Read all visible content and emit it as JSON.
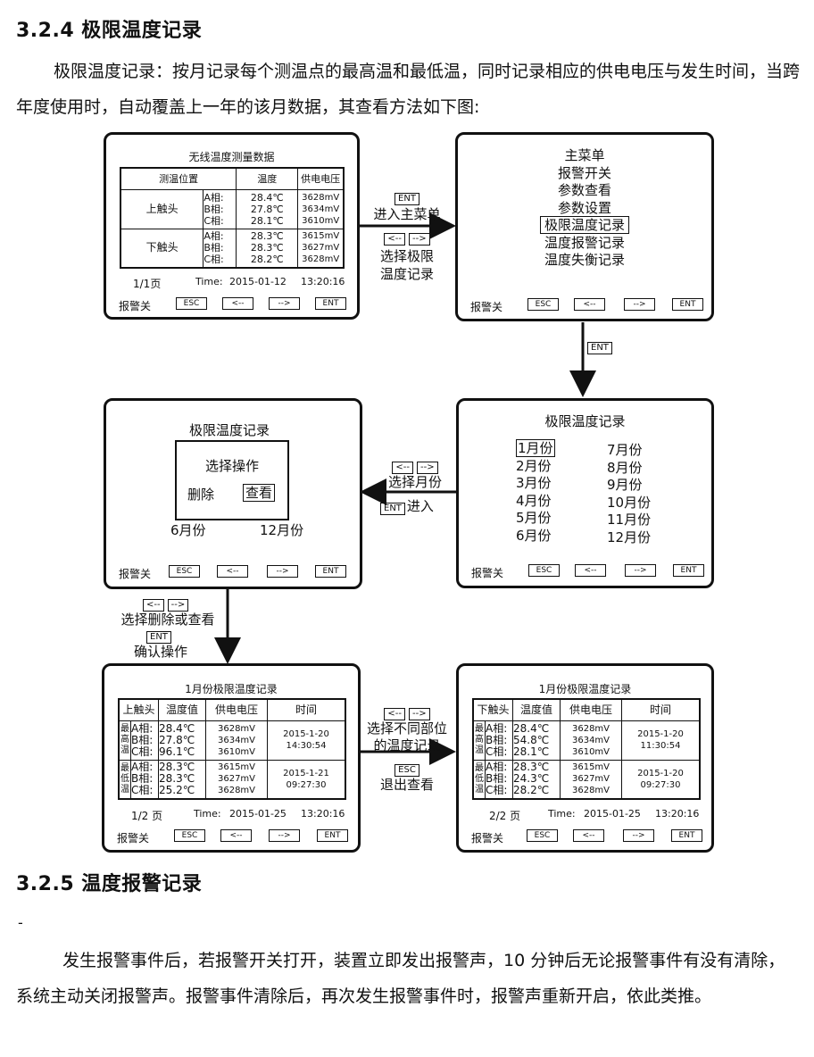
{
  "sections": {
    "s324_title": "3.2.4  极限温度记录",
    "s324_text": "极限温度记录：按月记录每个测温点的最高温和最低温，同时记录相应的供电电压与发生时间，当跨年度使用时，自动覆盖上一年的该月数据，其查看方法如下图:",
    "s325_title": "3.2.5  温度报警记录",
    "dash": "-",
    "s325_text": "发生报警事件后，若报警开关打开，装置立即发出报警声，10 分钟后无论报警事件有没有清除，系统主动关闭报警声。报警事件清除后，再次发生报警事件时，报警声重新开启，依此类推。"
  },
  "common": {
    "alarm_label": "报警关",
    "btn_esc": "ESC",
    "btn_left": "<--",
    "btn_right": "-->",
    "btn_ent": "ENT"
  },
  "screen1": {
    "title": "无线温度测量数据",
    "headers": [
      "测温位置",
      "温度",
      "供电电压"
    ],
    "groups": [
      {
        "name": "上触头",
        "phases": [
          "A相:",
          "B相:",
          "C相:"
        ],
        "temps": [
          "28.4℃",
          "27.8℃",
          "28.1℃"
        ],
        "volts": [
          "3628mV",
          "3634mV",
          "3610mV"
        ]
      },
      {
        "name": "下触头",
        "phases": [
          "A相:",
          "B相:",
          "C相:"
        ],
        "temps": [
          "28.3℃",
          "28.3℃",
          "28.2℃"
        ],
        "volts": [
          "3615mV",
          "3627mV",
          "3628mV"
        ]
      }
    ],
    "page": "1/1页",
    "time_label": "Time:",
    "date": "2015-01-12",
    "clock": "13:20:16"
  },
  "screen2": {
    "items": [
      "主菜单",
      "报警开关",
      "参数查看",
      "参数设置",
      "极限温度记录",
      "温度报警记录",
      "温度失衡记录"
    ],
    "selected_index": 4
  },
  "screen3": {
    "title": "极限温度记录",
    "col1": [
      "1月份",
      "2月份",
      "3月份",
      "4月份",
      "5月份",
      "6月份"
    ],
    "col2": [
      "7月份",
      "8月份",
      "9月份",
      "10月份",
      "11月份",
      "12月份"
    ]
  },
  "screen4": {
    "title": "极限温度记录",
    "dialog_title": "选择操作",
    "opt_delete": "删除",
    "opt_view": "查看",
    "m_left": "6月份",
    "m_right": "12月份"
  },
  "screen5": {
    "title": "1月份极限温度记录",
    "headers": [
      "上触头",
      "温度值",
      "供电电压",
      "时间"
    ],
    "groups": [
      {
        "label": [
          "最",
          "高",
          "温"
        ],
        "phases": [
          "A相:",
          "B相:",
          "C相:"
        ],
        "temps": [
          "28.4℃",
          "27.8℃",
          "96.1℃"
        ],
        "volts": [
          "3628mV",
          "3634mV",
          "3610mV"
        ],
        "time": [
          "2015-1-20",
          "14:30:54"
        ]
      },
      {
        "label": [
          "最",
          "低",
          "温"
        ],
        "phases": [
          "A相:",
          "B相:",
          "C相:"
        ],
        "temps": [
          "28.3℃",
          "28.3℃",
          "25.2℃"
        ],
        "volts": [
          "3615mV",
          "3627mV",
          "3628mV"
        ],
        "time": [
          "2015-1-21",
          "09:27:30"
        ]
      }
    ],
    "page": "1/2 页",
    "time_label": "Time:",
    "date": "2015-01-25",
    "clock": "13:20:16"
  },
  "screen6": {
    "title": "1月份极限温度记录",
    "headers": [
      "下触头",
      "温度值",
      "供电电压",
      "时间"
    ],
    "groups": [
      {
        "label": [
          "最",
          "高",
          "温"
        ],
        "phases": [
          "A相:",
          "B相:",
          "C相:"
        ],
        "temps": [
          "28.4℃",
          "54.8℃",
          "28.1℃"
        ],
        "volts": [
          "3628mV",
          "3634mV",
          "3610mV"
        ],
        "time": [
          "2015-1-20",
          "11:30:54"
        ]
      },
      {
        "label": [
          "最",
          "低",
          "温"
        ],
        "phases": [
          "A相:",
          "B相:",
          "C相:"
        ],
        "temps": [
          "28.3℃",
          "24.3℃",
          "28.2℃"
        ],
        "volts": [
          "3615mV",
          "3627mV",
          "3628mV"
        ],
        "time": [
          "2015-1-20",
          "09:27:30"
        ]
      }
    ],
    "page": "2/2 页",
    "time_label": "Time:",
    "date": "2015-01-25",
    "clock": "13:20:16"
  },
  "annotations": {
    "a1_ent": "ENT",
    "a1_text": "进入主菜单",
    "a1_left": "<--",
    "a1_right": "-->",
    "a1_text2a": "选择极限",
    "a1_text2b": "温度记录",
    "a2_ent": "ENT",
    "a3_left": "<--",
    "a3_right": "-->",
    "a3_text": "选择月份",
    "a3_ent": "ENT",
    "a3_text2": "进入",
    "a4_left": "<--",
    "a4_right": "-->",
    "a4_text": "选择删除或查看",
    "a4_ent": "ENT",
    "a4_text2": "确认操作",
    "a5_left": "<--",
    "a5_right": "-->",
    "a5_text1": "选择不同部位",
    "a5_text2": "的温度记录",
    "a5_esc": "ESC",
    "a5_text3": "退出查看"
  }
}
